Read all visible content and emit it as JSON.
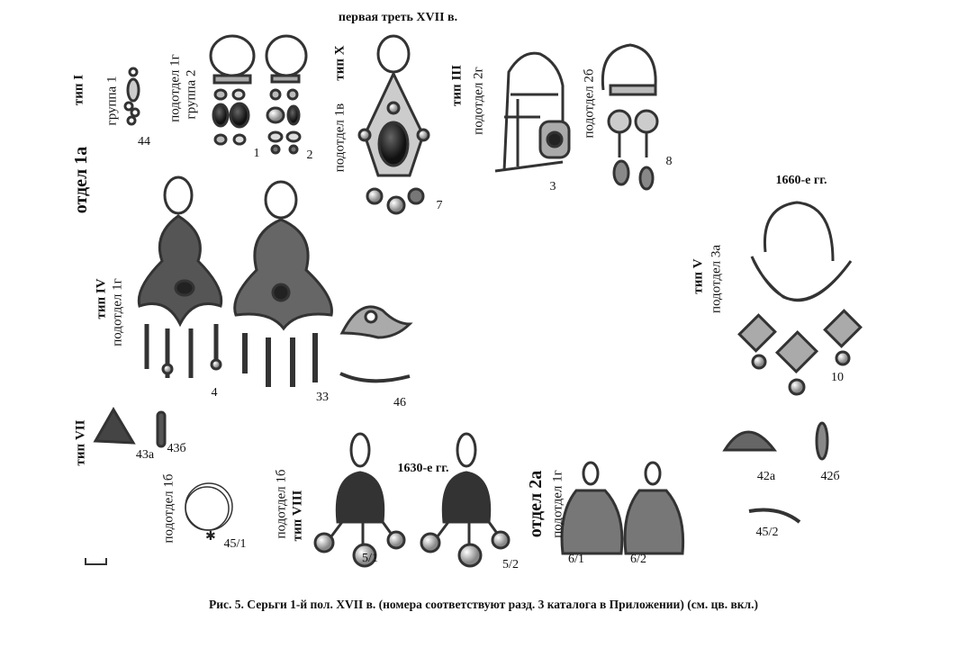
{
  "figure": {
    "caption": "Рис. 5. Серьги 1-й пол. XVII в. (номера соответствуют разд. 3 каталога в Приложении) (см. цв. вкл.)",
    "headings": {
      "first_third": "первая треть XVII в.",
      "y1660": "1660-е гг.",
      "y1630": "1630-е гг."
    },
    "labels": {
      "type1": "тип I",
      "group1": "группа 1",
      "dept1a": "отдел 1а",
      "subdept1g_top": "подотдел 1г",
      "group2": "группа 2",
      "typeX": "тип X",
      "subdept1v": "подотдел 1в",
      "typeIII": "тип III",
      "subdept2g": "подотдел 2г",
      "subdept2b": "подотдел 2б",
      "typeIV": "тип IV",
      "subdept1g_mid": "подотдел 1г",
      "typeV": "тип V",
      "subdept3a": "подотдел 3а",
      "typeVII": "тип VII",
      "subdept1b_a": "подотдел 1б",
      "subdept1b_b": "подотдел 1б",
      "typeVIII": "тип VIII",
      "dept2a": "отдел 2а",
      "subdept1g_bot": "подотдел 1г"
    },
    "numbers": {
      "n44": "44",
      "n1": "1",
      "n2": "2",
      "n7": "7",
      "n3": "3",
      "n8": "8",
      "n4": "4",
      "n33": "33",
      "n46": "46",
      "n10": "10",
      "n43a": "43а",
      "n43b": "43б",
      "n45_1": "45/1",
      "n5_1": "5/1",
      "n5_2": "5/2",
      "n6_1": "6/1",
      "n6_2": "6/2",
      "n42a": "42а",
      "n42b": "42б",
      "n45_2": "45/2"
    }
  }
}
